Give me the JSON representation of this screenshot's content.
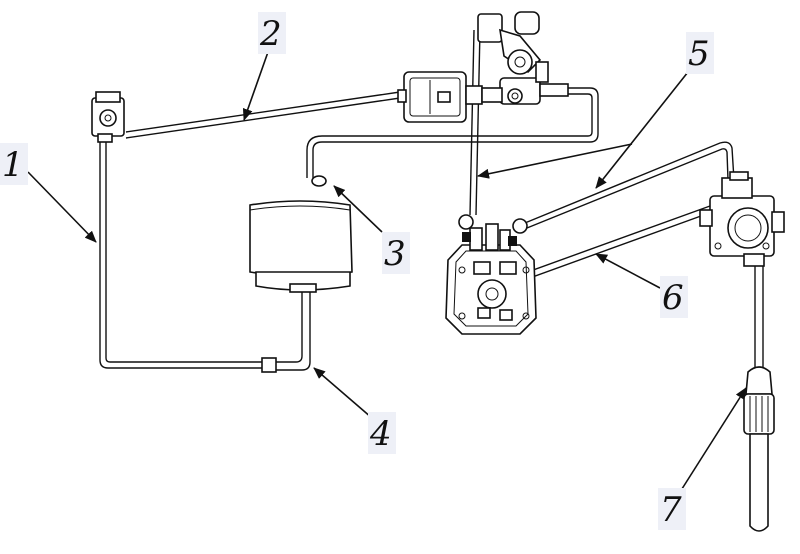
{
  "labels": {
    "l1": "1",
    "l2": "2",
    "l3": "3",
    "l4": "4",
    "l5": "5",
    "l6": "6",
    "l7": "7"
  },
  "colors": {
    "line": "#111111",
    "label_bg": "#eef0f7",
    "background": "#ffffff"
  }
}
